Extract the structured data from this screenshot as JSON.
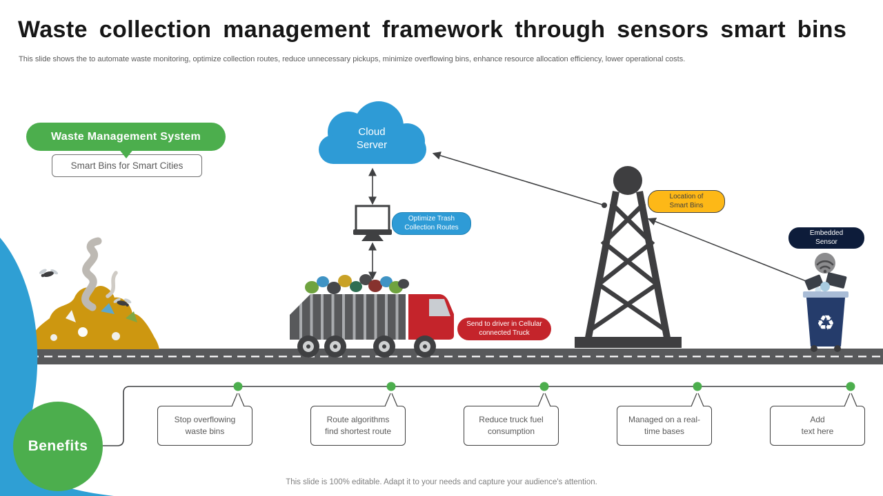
{
  "slide": {
    "title": "Waste collection management framework through sensors smart bins",
    "subtitle": "This slide shows the to automate waste monitoring, optimize collection routes, reduce unnecessary pickups, minimize overflowing bins, enhance resource allocation efficiency, lower operational costs.",
    "footer": "This slide is 100% editable. Adapt it to your needs and capture your audience's attention."
  },
  "diagram": {
    "system_pill": "Waste Management System",
    "system_sub": "Smart Bins for Smart Cities",
    "cloud_label": "Cloud\nServer",
    "optimize_pill": "Optimize Trash\nCollection Routes",
    "driver_pill": "Send to driver in Cellular\nconnected Truck",
    "location_pill": "Location of\nSmart Bins",
    "sensor_pill": "Embedded\nSensor"
  },
  "benefits": {
    "label": "Benefits",
    "items": [
      "Stop overflowing\nwaste bins",
      "Route algorithms\nfind shortest route",
      "Reduce truck fuel\nconsumption",
      "Managed on a real-\ntime bases",
      "Add\ntext here"
    ]
  },
  "icons": {
    "cloud": "cloud-shape",
    "monitor": "monitor-shape",
    "truck": "garbage-truck-shape",
    "tower": "cell-tower-shape",
    "wifi": "wifi-arcs",
    "bin": "wheelie-bin-shape",
    "recycle": "♻",
    "garbage_pile": "trash-mound-shape",
    "smoke": "smoke-swirl-shape",
    "fly": "fly-shape"
  },
  "colors": {
    "green": "#4CAE4D",
    "blue": "#2E9BD6",
    "red": "#C4242B",
    "yellow": "#FDB817",
    "navy": "#0D1C3A",
    "dark_gray": "#3F4042",
    "road_gray": "#58595B",
    "pile_yellow": "#CD9710",
    "text_gray": "#595959"
  }
}
